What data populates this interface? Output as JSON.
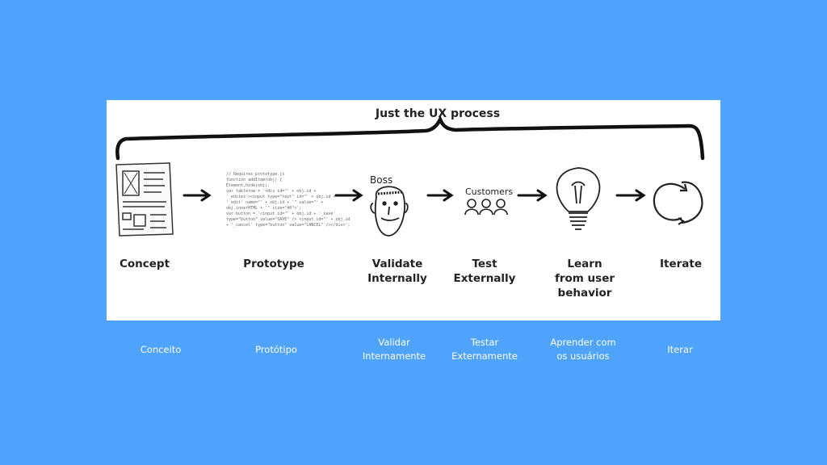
{
  "diagram": {
    "title": "Just the UX process",
    "stages": [
      {
        "label": "Concept"
      },
      {
        "label": "Prototype"
      },
      {
        "label": "Validate",
        "label2": "Internally",
        "sublabel": "Boss"
      },
      {
        "label": "Test",
        "label2": "Externally",
        "sublabel": "Customers"
      },
      {
        "label": "Learn",
        "label2": "from user",
        "label3": "behavior"
      },
      {
        "label": "Iterate"
      }
    ],
    "code_lines": [
      "// Requires prototype.js",
      "function addItem(obj) {",
      "  Element.hide(obj);",
      "  var tablerow = '<div id=\"' + obj.id +",
      "  '_edites'><input type=\"text\" id=\"' + obj.id +",
      "  '_edit' name=\"' + obj.id + '\" value=\"' +",
      "  obj.innerHTML + '\" size=\"40\">';",
      "  var button = '<input id=\"' + obj.id + '_save'",
      "  type=\"button\" value=\"SAVE\" /> <input id=\"' + obj.id",
      "  + '_cancel' type=\"button\" value=\"CANCEL\" /></div>';"
    ]
  },
  "captions": [
    {
      "line1": "Conceito"
    },
    {
      "line1": "Protótipo"
    },
    {
      "line1": "Validar",
      "line2": "Internamente"
    },
    {
      "line1": "Testar",
      "line2": "Externamente"
    },
    {
      "line1": "Aprender com",
      "line2": "os usuários"
    },
    {
      "line1": "Iterar"
    }
  ]
}
